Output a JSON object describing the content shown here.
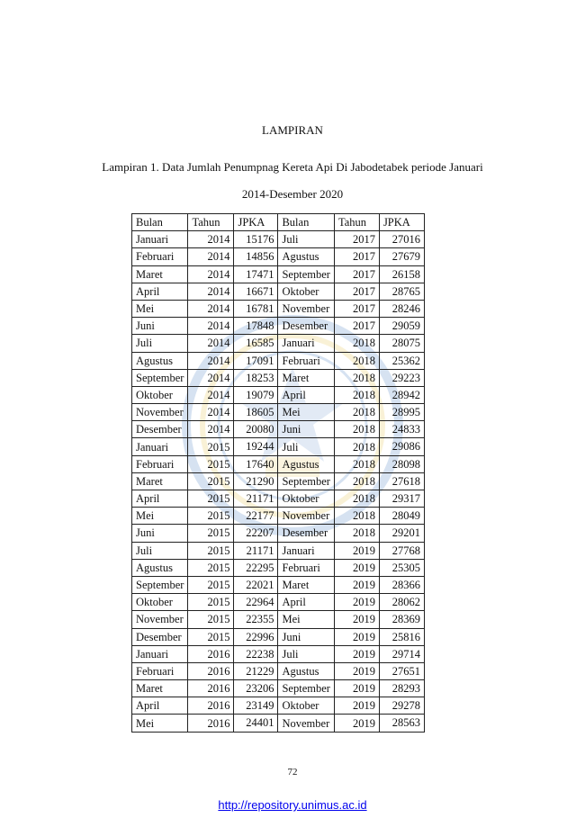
{
  "title": "LAMPIRAN",
  "caption_line1": "Lampiran 1. Data Jumlah Penumpnag Kereta Api Di Jabodetabek periode Januari",
  "caption_line2": "2014-Desember 2020",
  "table": {
    "headers": [
      "Bulan",
      "Tahun",
      "JPKA",
      "Bulan",
      "Tahun",
      "JPKA"
    ],
    "rows": [
      [
        "Januari",
        "2014",
        "15176",
        "Juli",
        "2017",
        "27016"
      ],
      [
        "Februari",
        "2014",
        "14856",
        "Agustus",
        "2017",
        "27679"
      ],
      [
        "Maret",
        "2014",
        "17471",
        "September",
        "2017",
        "26158"
      ],
      [
        "April",
        "2014",
        "16671",
        "Oktober",
        "2017",
        "28765"
      ],
      [
        "Mei",
        "2014",
        "16781",
        "November",
        "2017",
        "28246"
      ],
      [
        "Juni",
        "2014",
        "17848",
        "Desember",
        "2017",
        "29059"
      ],
      [
        "Juli",
        "2014",
        "16585",
        "Januari",
        "2018",
        "28075"
      ],
      [
        "Agustus",
        "2014",
        "17091",
        "Februari",
        "2018",
        "25362"
      ],
      [
        "September",
        "2014",
        "18253",
        "Maret",
        "2018",
        "29223"
      ],
      [
        "Oktober",
        "2014",
        "19079",
        "April",
        "2018",
        "28942"
      ],
      [
        "November",
        "2014",
        "18605",
        "Mei",
        "2018",
        "28995"
      ],
      [
        "Desember",
        "2014",
        "20080",
        "Juni",
        "2018",
        "24833"
      ],
      [
        "Januari",
        "2015",
        "19244",
        "Juli",
        "2018",
        "29086"
      ],
      [
        "Februari",
        "2015",
        "17640",
        "Agustus",
        "2018",
        "28098"
      ],
      [
        "Maret",
        "2015",
        "21290",
        "September",
        "2018",
        "27618"
      ],
      [
        "April",
        "2015",
        "21171",
        "Oktober",
        "2018",
        "29317"
      ],
      [
        "Mei",
        "2015",
        "22177",
        "November",
        "2018",
        "28049"
      ],
      [
        "Juni",
        "2015",
        "22207",
        "Desember",
        "2018",
        "29201"
      ],
      [
        "Juli",
        "2015",
        "21171",
        "Januari",
        "2019",
        "27768"
      ],
      [
        "Agustus",
        "2015",
        "22295",
        "Februari",
        "2019",
        "25305"
      ],
      [
        "September",
        "2015",
        "22021",
        "Maret",
        "2019",
        "28366"
      ],
      [
        "Oktober",
        "2015",
        "22964",
        "April",
        "2019",
        "28062"
      ],
      [
        "November",
        "2015",
        "22355",
        "Mei",
        "2019",
        "28369"
      ],
      [
        "Desember",
        "2015",
        "22996",
        "Juni",
        "2019",
        "25816"
      ],
      [
        "Januari",
        "2016",
        "22238",
        "Juli",
        "2019",
        "29714"
      ],
      [
        "Februari",
        "2016",
        "21229",
        "Agustus",
        "2019",
        "27651"
      ],
      [
        "Maret",
        "2016",
        "23206",
        "September",
        "2019",
        "28293"
      ],
      [
        "April",
        "2016",
        "23149",
        "Oktober",
        "2019",
        "29278"
      ],
      [
        "Mei",
        "2016",
        "24401",
        "November",
        "2019",
        "28563"
      ]
    ]
  },
  "page_number": "72",
  "footer_link": "http://repository.unimus.ac.id",
  "colors": {
    "link": "#0000ee",
    "watermark": "#4a7fc1",
    "watermark_accent": "#e6c24a"
  }
}
